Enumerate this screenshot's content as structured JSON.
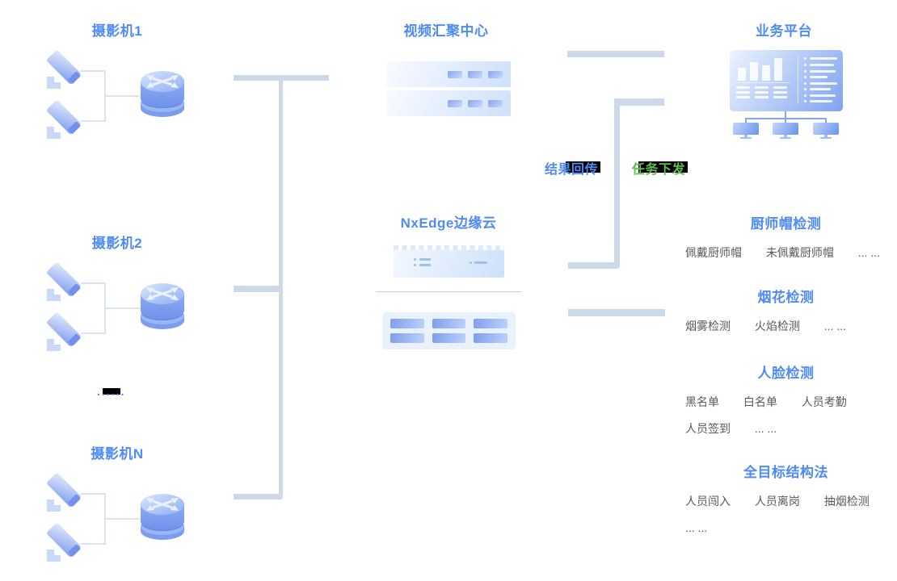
{
  "colors": {
    "title_blue": "#4e8bf5",
    "item_gray": "#595959",
    "flow_green": "#5abf4a",
    "bus_line": "#cdd9e8",
    "glitch_black": "#000000"
  },
  "titles": {
    "camera1": "摄影机1",
    "camera2": "摄影机2",
    "cameraN": "摄影机N",
    "video_center": "视频汇聚中心",
    "edge_cloud": "NxEdge边缘云",
    "platform": "业务平台"
  },
  "flow_labels": {
    "result_return": "结果回传",
    "task_dispatch": "任务下发"
  },
  "ellipsis_artifact": "......",
  "detections": [
    {
      "title": "厨师帽检测",
      "lines": [
        [
          "佩戴厨师帽",
          "未佩戴厨师帽",
          "... ..."
        ]
      ]
    },
    {
      "title": "烟花检测",
      "lines": [
        [
          "烟雾检测",
          "火焰检测",
          "... ..."
        ]
      ]
    },
    {
      "title": "人脸检测",
      "lines": [
        [
          "黑名单",
          "白名单",
          "人员考勤"
        ],
        [
          "人员签到",
          "... ..."
        ]
      ]
    },
    {
      "title": "全目标结构法",
      "lines": [
        [
          "人员闯入",
          "人员离岗",
          "抽烟检测"
        ],
        [
          "... ..."
        ]
      ]
    }
  ]
}
